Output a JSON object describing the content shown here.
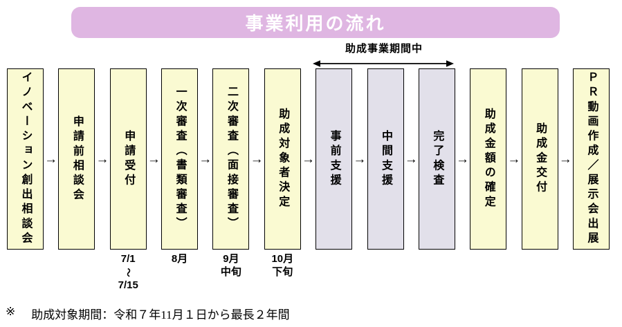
{
  "title": "事業利用の流れ",
  "period_label": "助成事業期間中",
  "flow_arrow": "→",
  "note": {
    "marker": "※",
    "text": "助成対象期間：令和７年11月１日から最長２年間"
  },
  "steps": [
    {
      "label": "イノベーション創出相談会",
      "variant": "yellow",
      "date_lines": []
    },
    {
      "label": "申請前相談会",
      "variant": "yellow",
      "date_lines": []
    },
    {
      "label": "申請受付",
      "variant": "yellow",
      "date_lines": [
        "7/1",
        "〜",
        "7/15"
      ]
    },
    {
      "label": "一次審査（書類審査）",
      "variant": "yellow",
      "date_lines": [
        "8月"
      ]
    },
    {
      "label": "二次審査（面接審査）",
      "variant": "yellow",
      "date_lines": [
        "9月",
        "中旬"
      ]
    },
    {
      "label": "助成対象者決定",
      "variant": "yellow",
      "date_lines": [
        "10月",
        "下旬"
      ]
    },
    {
      "label": "事前支援",
      "variant": "purple",
      "date_lines": []
    },
    {
      "label": "中間支援",
      "variant": "purple",
      "date_lines": []
    },
    {
      "label": "完了検査",
      "variant": "purple",
      "date_lines": []
    },
    {
      "label": "助成金額の確定",
      "variant": "yellow",
      "date_lines": []
    },
    {
      "label": "助成金交付",
      "variant": "yellow",
      "date_lines": []
    },
    {
      "label": "ＰＲ動画作成／展示会出展",
      "variant": "yellow",
      "date_lines": []
    }
  ],
  "colors": {
    "banner_bg": "#dfb6e2",
    "banner_text": "#ffffff",
    "yellow_box": "#fafad2",
    "purple_box": "#e2e0ea",
    "box_border": "#000000"
  }
}
